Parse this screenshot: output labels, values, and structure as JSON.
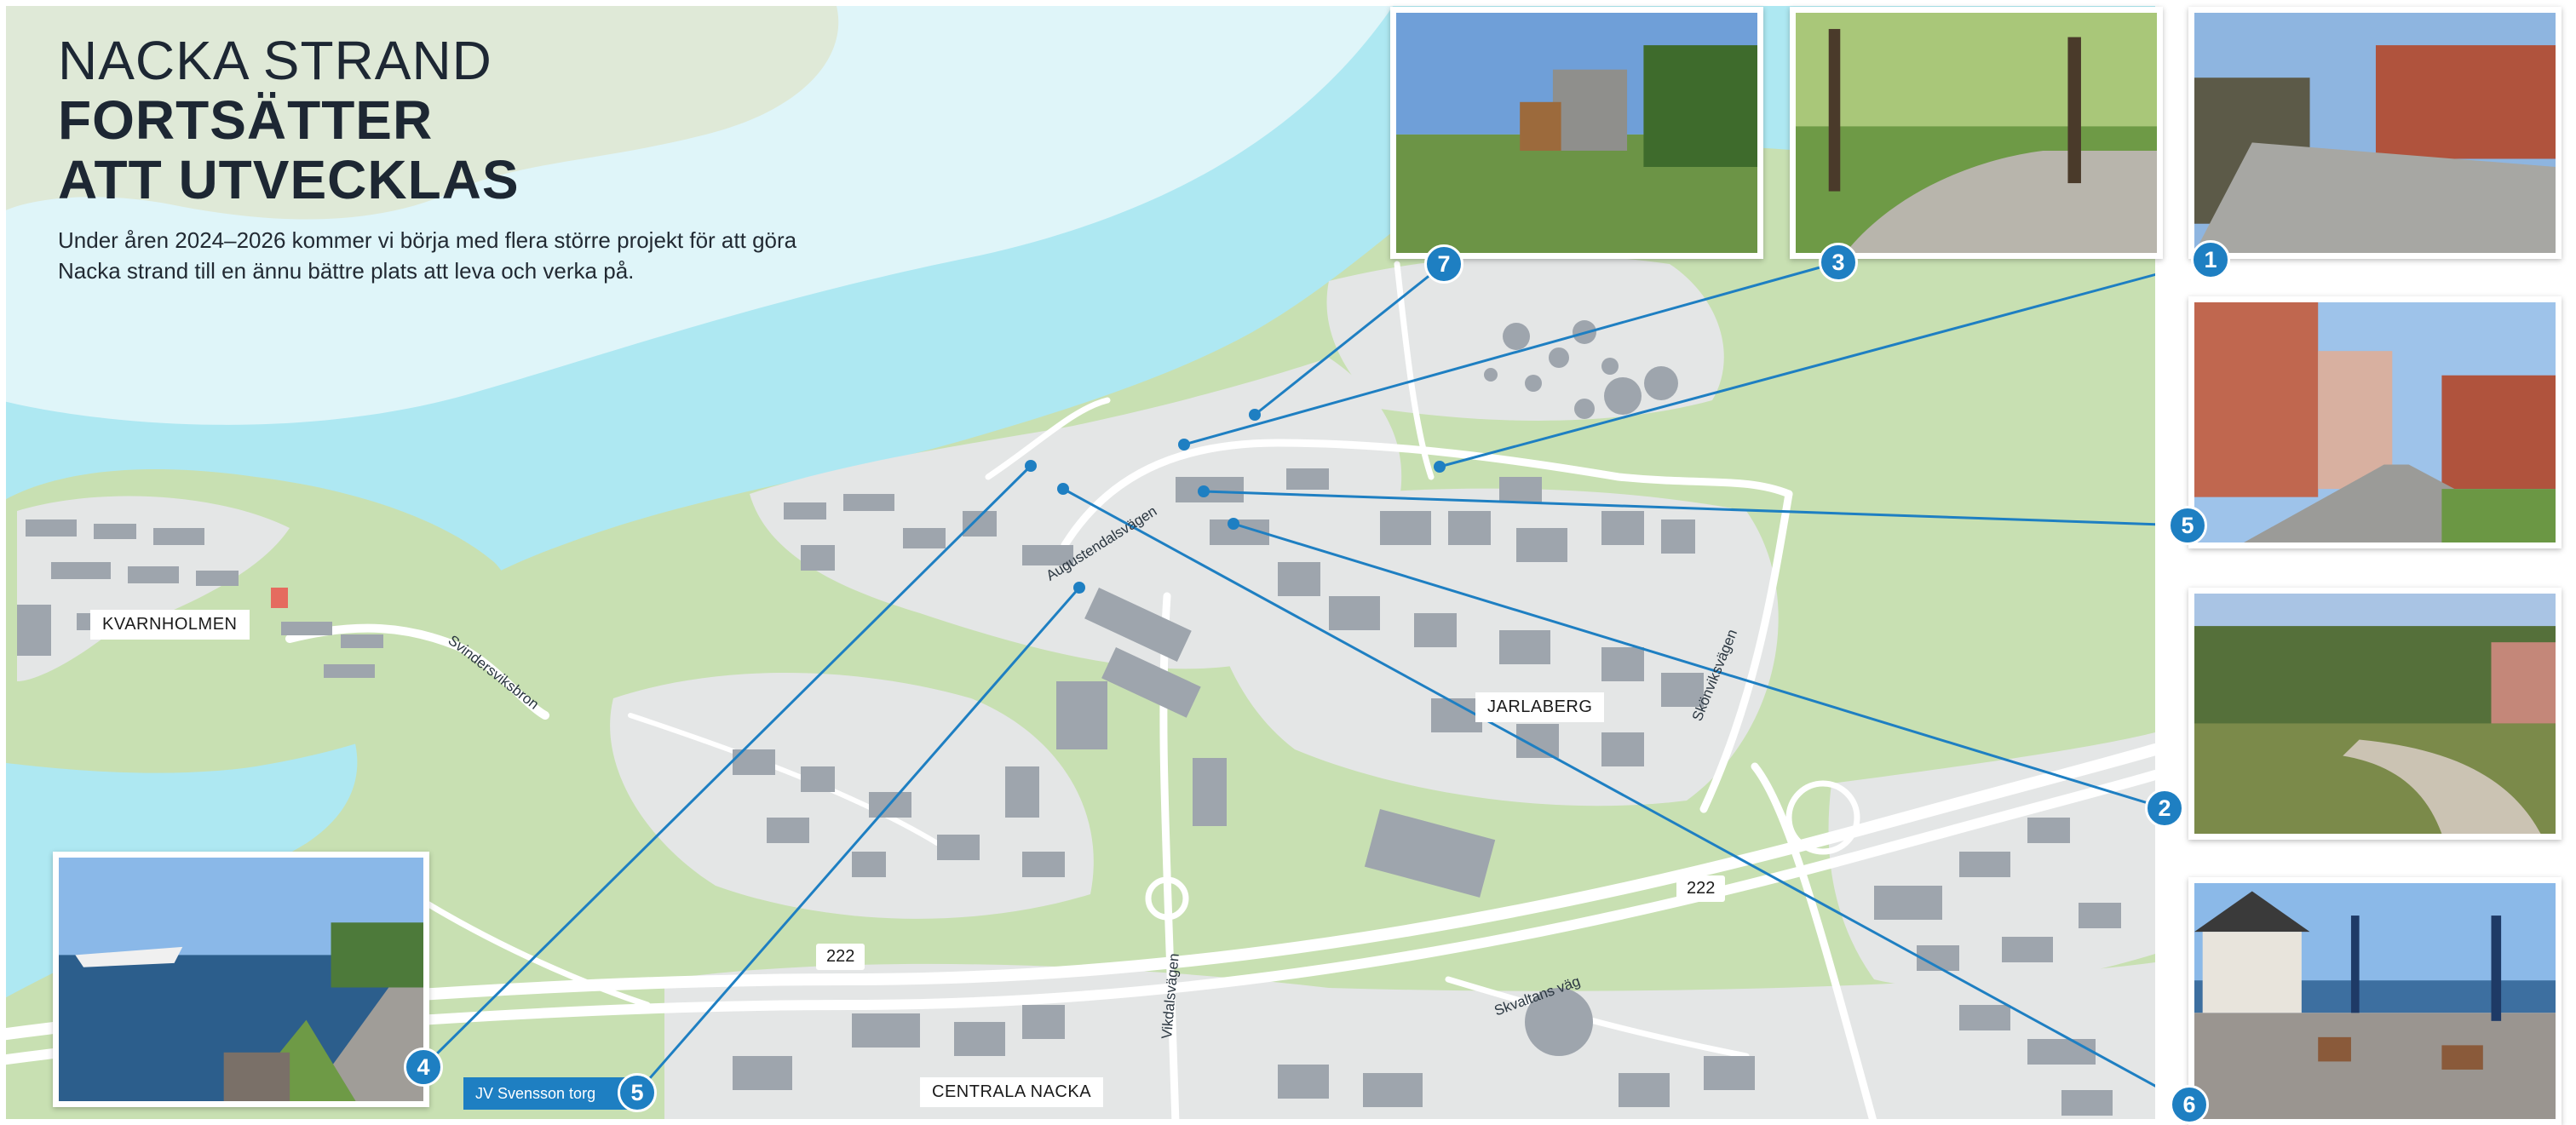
{
  "header": {
    "title_light": "NACKA STRAND",
    "title_bold_1": "FORTSÄTTER",
    "title_bold_2": "ATT UTVECKLAS",
    "description": "Under åren 2024–2026 kommer vi börja med flera större projekt för att göra Nacka strand till en ännu bättre plats att leva och verka på."
  },
  "places": {
    "kvarnholmen": "KVARNHOLMEN",
    "jarlaberg": "JARLABERG",
    "centrala_nacka": "CENTRALA NACKA",
    "jv_svensson_torg": "JV Svensson torg"
  },
  "roads": {
    "svindersviksbron": "Svindersviksbron",
    "augustendalsvagen": "Augustendalsvägen",
    "skonviksvagen": "Skönviksvägen",
    "vikdalsvagen": "Vikdalsvägen",
    "skvaltans_vag": "Skvaltans väg",
    "route_222_a": "222",
    "route_222_b": "222"
  },
  "markers": {
    "m1": "1",
    "m2": "2",
    "m3": "3",
    "m4": "4",
    "m5_right": "5",
    "m5_bottom": "5",
    "m6": "6",
    "m7": "7"
  },
  "colors": {
    "water": "#aee8f2",
    "water_light": "#dff5f9",
    "land": "#c8e0b2",
    "urban": "#e4e6e6",
    "building": "#9ea5ad",
    "road": "#ffffff",
    "accent": "#1e7fc2",
    "text": "#1d2733"
  }
}
